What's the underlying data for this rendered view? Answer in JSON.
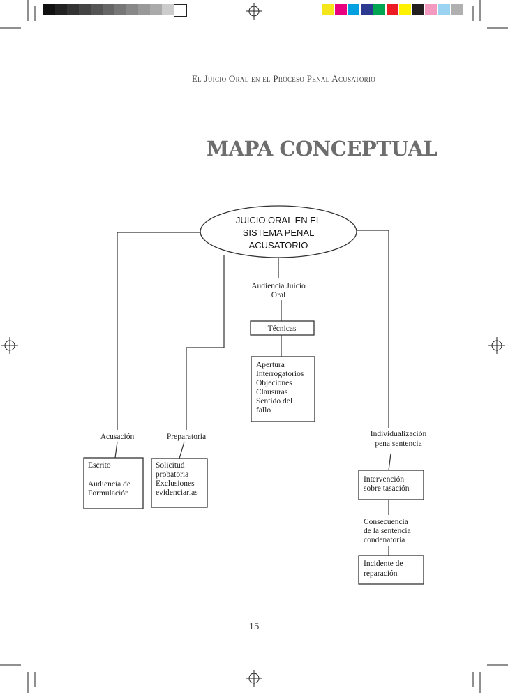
{
  "header": {
    "running_head": "El Juicio Oral en el Proceso Penal Acusatorio"
  },
  "title": "MAPA CONCEPTUAL",
  "page_number": "15",
  "registration_colors": {
    "gray": [
      "#111111",
      "#222222",
      "#333333",
      "#444444",
      "#555555",
      "#666666",
      "#777777",
      "#888888",
      "#999999",
      "#aaaaaa",
      "#cccccc",
      "#ffffff"
    ],
    "color": [
      "#f5e51b",
      "#e8007f",
      "#00a0e1",
      "#2b3990",
      "#00a651",
      "#ed1c24",
      "#fff200",
      "#231f20",
      "#f49ac1",
      "#9bd3f2",
      "#b0b0b0"
    ]
  },
  "diagram": {
    "root": [
      "JUICIO ORAL EN EL",
      "SISTEMA PENAL",
      "ACUSATORIO"
    ],
    "center": {
      "label": [
        "Audiencia Juicio",
        "Oral"
      ],
      "box1": "Técnicas",
      "box2": [
        "Apertura",
        "Interrogatorios",
        "Objeciones",
        "Clausuras",
        "Sentido del",
        "fallo"
      ]
    },
    "acusacion": {
      "label": "Acusación",
      "box": [
        "Escrito",
        "",
        "Audiencia de",
        "Formulación"
      ]
    },
    "preparatoria": {
      "label": "Preparatoria",
      "box": [
        "Solicitud",
        "probatoria",
        "Exclusiones",
        "evidenciarias"
      ]
    },
    "individualizacion": {
      "label": [
        "Individualización",
        "pena  sentencia"
      ],
      "box1": [
        "Intervención",
        "sobre tasación"
      ],
      "label2": [
        "Consecuencia",
        "de la sentencia",
        "condenatoria"
      ],
      "box2": [
        "Incidente de",
        "reparación"
      ]
    }
  }
}
